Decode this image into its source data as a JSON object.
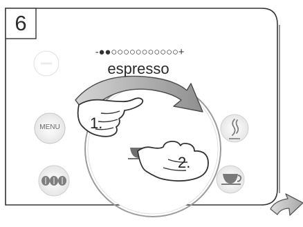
{
  "step": {
    "number": "6"
  },
  "display": {
    "strength": "-●●○○○○○○○○○○○+",
    "product": "espresso"
  },
  "buttons": {
    "menu_label": "MENU"
  },
  "gesture": {
    "step_one": "1.",
    "step_two": "2."
  },
  "icons": {
    "menu": "menu-icon",
    "steam": "steam-icon",
    "cup": "cup-icon",
    "beans": "coffee-beans-icon",
    "arrow": "rotate-arrow-icon",
    "next": "next-page-arrow-icon",
    "hand": "hand-icon"
  },
  "colors": {
    "ink": "#2c2c2c",
    "line": "#3a3a3a",
    "soft_gray": "#a7a7a7",
    "light_gray": "#d9d9d9",
    "mid_gray": "#8d8d8d",
    "arrow_fill": "#b8b8b8",
    "panel_bg": "#ffffff"
  }
}
